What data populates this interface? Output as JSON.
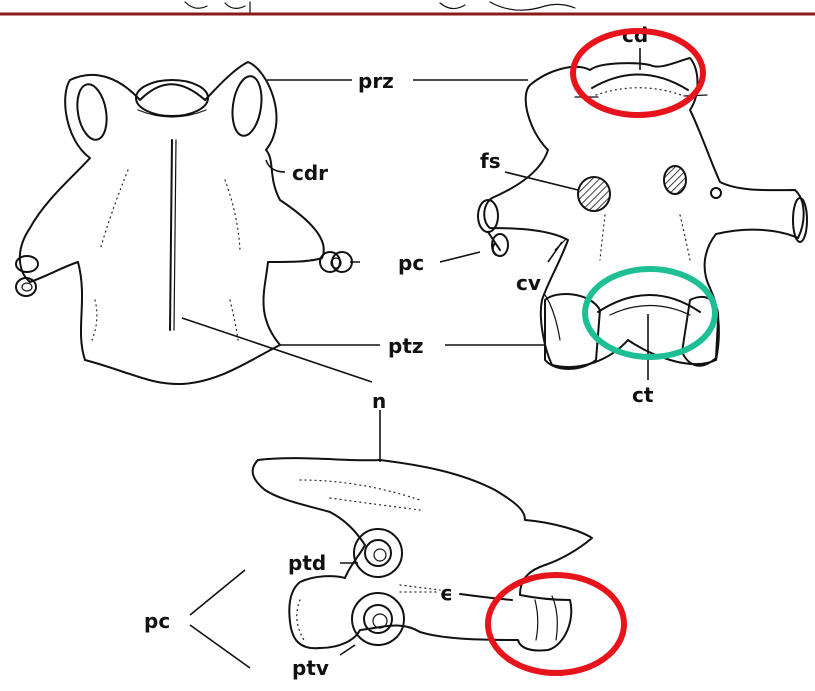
{
  "labels": {
    "cd": "cd",
    "prz": "prz",
    "fs": "fs",
    "cdr": "cdr",
    "pc_top": "pc",
    "cv": "cv",
    "ptz": "ptz",
    "ct": "ct",
    "n": "n",
    "ptd": "ptd",
    "pc_bottom": "pc",
    "ptv": "ptv",
    "epsilon": "ϵ"
  },
  "colors": {
    "top_border": "#8b1a1a",
    "highlight_red": "#e8141c",
    "highlight_green": "#1fbf96",
    "ink": "#111111"
  }
}
